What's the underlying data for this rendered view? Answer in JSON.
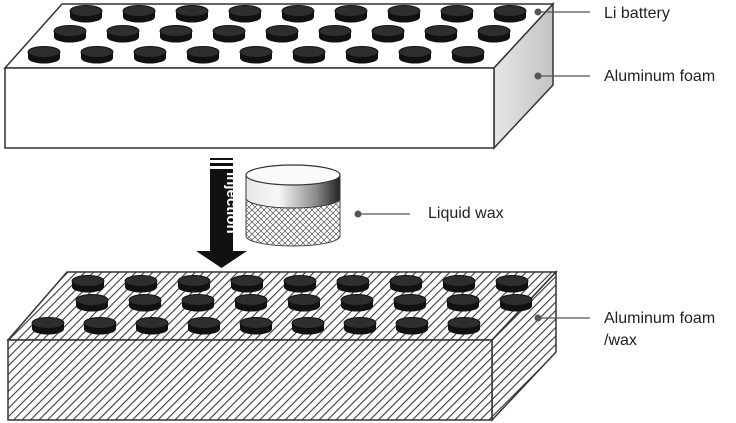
{
  "labels": {
    "li_battery": "Li battery",
    "aluminum_foam": "Aluminum foam",
    "liquid_wax": "Liquid wax",
    "aluminum_foam_wax": "Aluminum foam\n/wax",
    "injection": "Injection"
  },
  "battery_grid": {
    "rows": 3,
    "columns": 9
  },
  "colors": {
    "battery_fill": "#2e2e2e",
    "battery_rim": "#111111",
    "outline": "#333333",
    "side_face": "#d8d8d8",
    "arrow": "#111111"
  }
}
